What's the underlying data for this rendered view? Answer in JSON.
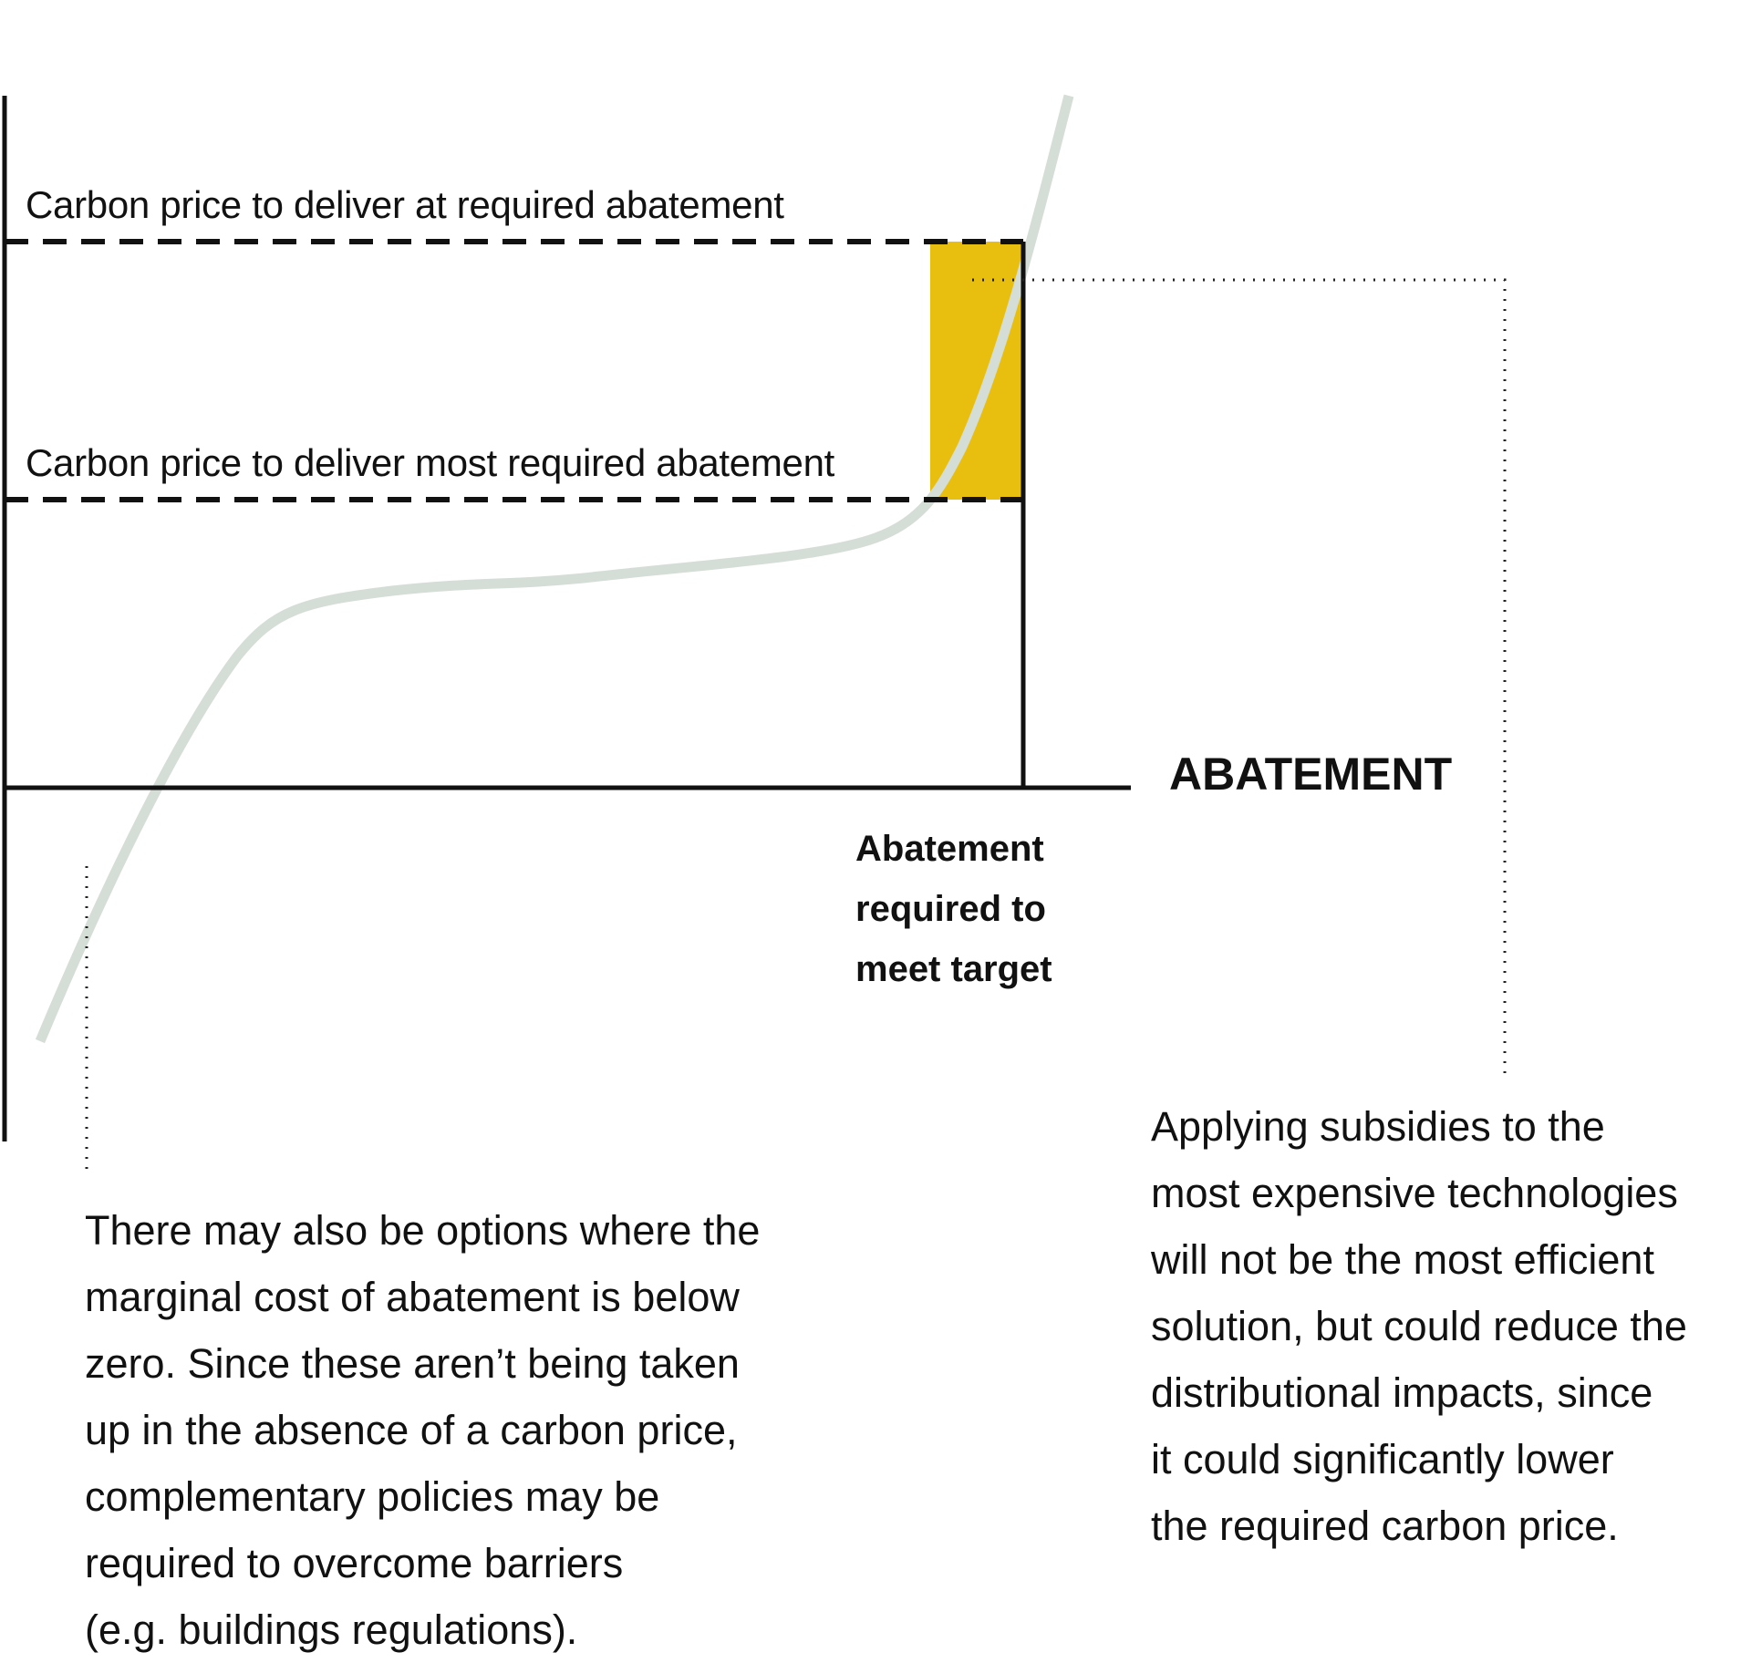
{
  "diagram": {
    "upper_price_label": "Carbon price to deliver at required abatement",
    "lower_price_label": "Carbon price to deliver most required abatement",
    "x_axis_label": "ABATEMENT",
    "target_label_lines": [
      "Abatement",
      "required to",
      "meet target"
    ],
    "notes": {
      "left_lines": [
        "There may also be options where the",
        "marginal cost of abatement is below",
        "zero. Since these aren’t being taken",
        "up in the absence of a carbon price,",
        "complementary policies may be",
        "required to overcome barriers",
        "(e.g. buildings regulations)."
      ],
      "right_lines": [
        "Applying subsidies to the",
        "most expensive technologies",
        "will not be the most efficient",
        "solution, but could reduce the",
        "distributional impacts, since",
        "it could significantly lower",
        "the required carbon price."
      ]
    },
    "colors": {
      "axis": "#111111",
      "curve": "#d5ddd7",
      "highlight": "#e8bf0e",
      "dotted_leader": "#222222",
      "text": "#111111"
    }
  }
}
